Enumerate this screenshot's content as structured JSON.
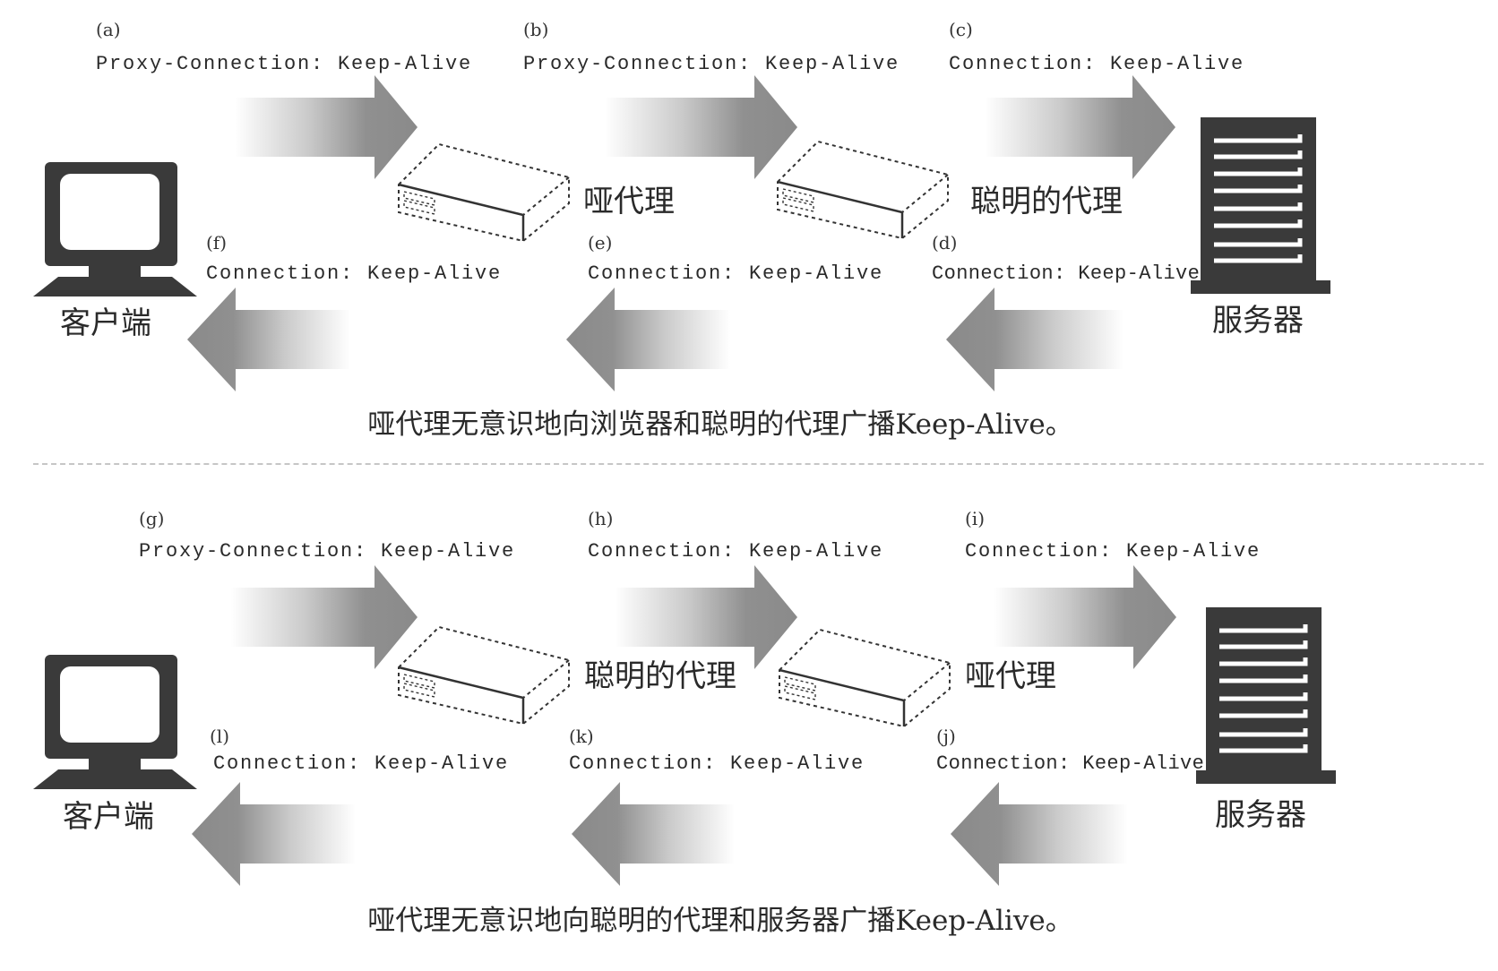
{
  "diagrams": [
    {
      "client_label": "客户端",
      "server_label": "服务器",
      "left_proxy_label": "哑代理",
      "right_proxy_label": "聪明的代理",
      "messages": [
        {
          "tag": "(a)",
          "header": "Proxy-Connection: Keep-Alive"
        },
        {
          "tag": "(b)",
          "header": "Proxy-Connection: Keep-Alive"
        },
        {
          "tag": "(c)",
          "header": "Connection: Keep-Alive"
        },
        {
          "tag": "(d)",
          "header": "Connection: Keep-Alive"
        },
        {
          "tag": "(e)",
          "header": "Connection: Keep-Alive"
        },
        {
          "tag": "(f)",
          "header": "Connection: Keep-Alive"
        }
      ],
      "caption": "哑代理无意识地向浏览器和聪明的代理广播Keep-Alive。"
    },
    {
      "client_label": "客户端",
      "server_label": "服务器",
      "left_proxy_label": "聪明的代理",
      "right_proxy_label": "哑代理",
      "messages": [
        {
          "tag": "(g)",
          "header": "Proxy-Connection: Keep-Alive"
        },
        {
          "tag": "(h)",
          "header": "Connection: Keep-Alive"
        },
        {
          "tag": "(i)",
          "header": "Connection: Keep-Alive"
        },
        {
          "tag": "(j)",
          "header": "Connection: Keep-Alive"
        },
        {
          "tag": "(k)",
          "header": "Connection: Keep-Alive"
        },
        {
          "tag": "(l)",
          "header": "Connection: Keep-Alive"
        }
      ],
      "caption": "哑代理无意识地向聪明的代理和服务器广播Keep-Alive。"
    }
  ],
  "colors": {
    "icon": "#3a3a3a",
    "arrow": "#8a8a8a"
  }
}
